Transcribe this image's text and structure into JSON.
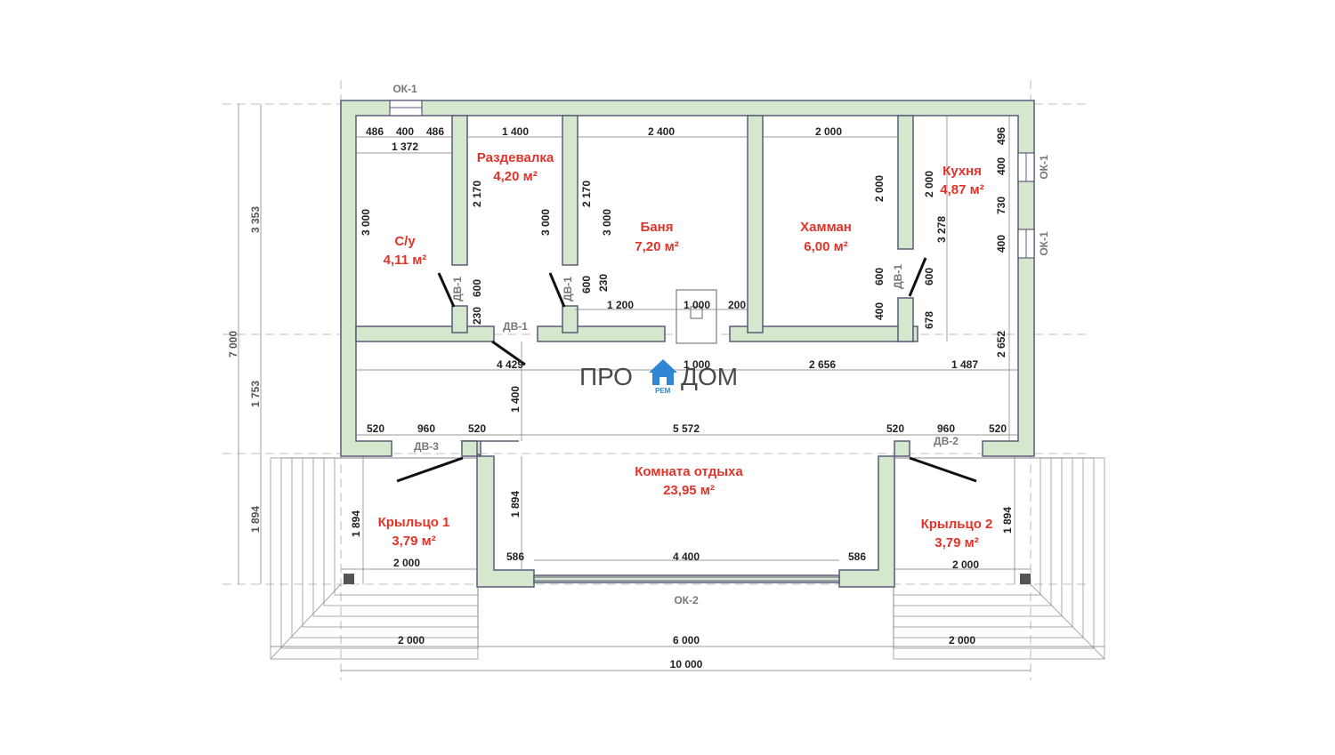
{
  "logo": {
    "left": "ПРО",
    "right": "ДОМ",
    "sub": "РЕМ",
    "color": "#2f86d6"
  },
  "rooms": [
    {
      "name": "С/у",
      "area": "4,11 м²"
    },
    {
      "name": "Раздевалка",
      "area": "4,20 м²"
    },
    {
      "name": "Баня",
      "area": "7,20 м²"
    },
    {
      "name": "Хамман",
      "area": "6,00 м²"
    },
    {
      "name": "Кухня",
      "area": "4,87 м²"
    },
    {
      "name": "Комната отдыха",
      "area": "23,95 м²"
    },
    {
      "name": "Крыльцо 1",
      "area": "3,79 м²"
    },
    {
      "name": "Крыльцо 2",
      "area": "3,79 м²"
    }
  ],
  "marks": {
    "ok1_top": "ОК-1",
    "ok1_right_a": "ОК-1",
    "ok1_right_b": "ОК-1",
    "ok2": "ОК-2",
    "dv1_a": "ДВ-1",
    "dv1_b": "ДВ-1",
    "dv1_c": "ДВ-1",
    "dv1_d": "ДВ-1",
    "dv2": "ДВ-2",
    "dv3": "ДВ-3"
  },
  "dims": {
    "d486a": "486",
    "d400a": "400",
    "d486b": "486",
    "d1372": "1 372",
    "d1400a": "1 400",
    "d2400": "2 400",
    "d2000a": "2 000",
    "d3000a": "3 000",
    "d2170a": "2 170",
    "d3000b": "3 000",
    "d2170b": "2 170",
    "d3000c": "3 000",
    "d600a": "600",
    "d230a": "230",
    "d600b": "600",
    "d230b": "230",
    "d1200": "1 200",
    "d1000a": "1 000",
    "d200": "200",
    "d2000b": "2 000",
    "d600c": "600",
    "d400b": "400",
    "d2000c": "2 000",
    "d3278": "3 278",
    "d600d": "600",
    "d678": "678",
    "d496": "496",
    "d400c": "400",
    "d730": "730",
    "d400d": "400",
    "d2652": "2 652",
    "d4429": "4 429",
    "d1000b": "1 000",
    "d2656": "2 656",
    "d1487": "1 487",
    "d1400b": "1 400",
    "d520a": "520",
    "d960a": "960",
    "d520b": "520",
    "d5572": "5 572",
    "d520c": "520",
    "d960b": "960",
    "d520d": "520",
    "d1894a": "1 894",
    "d1894b": "1 894",
    "d1894c": "1 894",
    "d586a": "586",
    "d4400": "4 400",
    "d586b": "586",
    "d2000d": "2 000",
    "d2000e": "2 000",
    "d2000f": "2 000",
    "d6000": "6 000",
    "d2000g": "2 000",
    "d10000": "10 000",
    "d3353": "3 353",
    "d7000": "7 000",
    "d1753": "1 753",
    "d1894d": "1 894"
  }
}
